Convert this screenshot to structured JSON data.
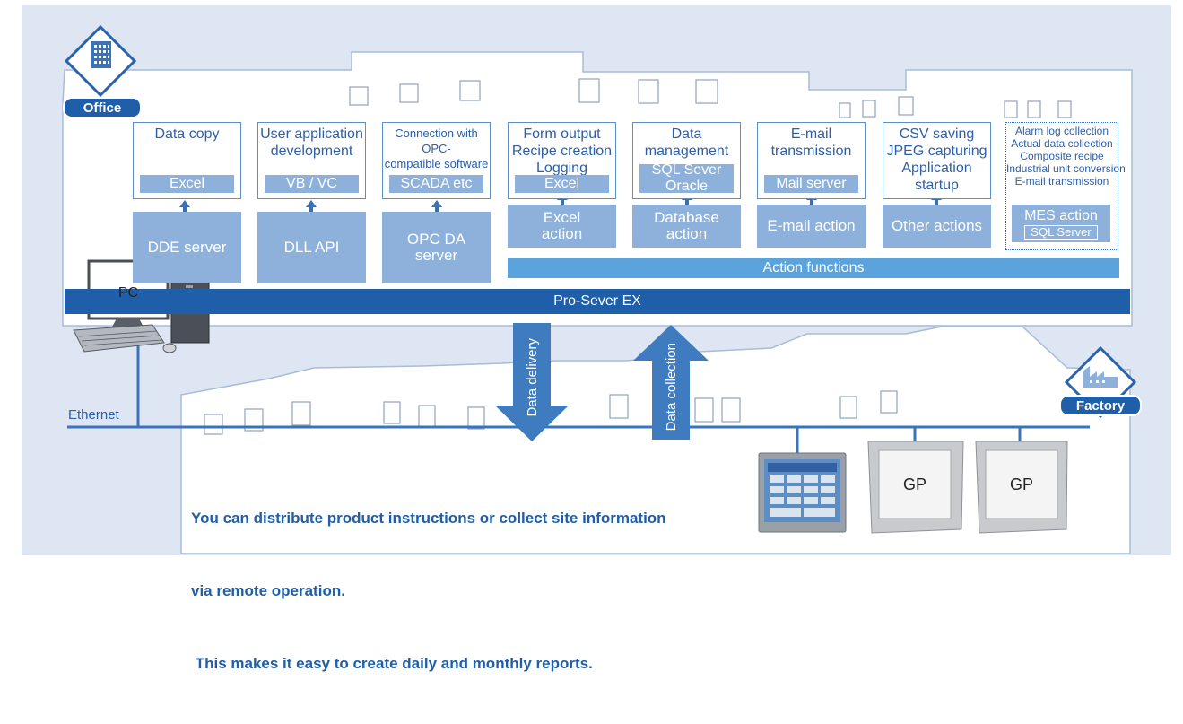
{
  "badges": {
    "office": "Office",
    "factory": "Factory"
  },
  "functions": [
    {
      "title_lines": [
        "Data copy"
      ],
      "tool_lines": [
        "Excel"
      ],
      "action_lines": [
        "DDE server"
      ]
    },
    {
      "title_lines": [
        "User application",
        "development"
      ],
      "tool_lines": [
        "VB / VC"
      ],
      "action_lines": [
        "DLL API"
      ]
    },
    {
      "title_lines": [
        "Connection with OPC-",
        "compatible software"
      ],
      "tool_lines": [
        "SCADA etc"
      ],
      "action_lines": [
        "OPC DA",
        "server"
      ]
    },
    {
      "title_lines": [
        "Form output",
        "Recipe creation",
        "Logging collection"
      ],
      "tool_lines": [
        "Excel"
      ],
      "action_lines": [
        "Excel",
        "action"
      ]
    },
    {
      "title_lines": [
        "Data management"
      ],
      "tool_lines": [
        "SQL Sever",
        "Oracle"
      ],
      "action_lines": [
        "Database",
        "action"
      ]
    },
    {
      "title_lines": [
        "E-mail transmission"
      ],
      "tool_lines": [
        "Mail server"
      ],
      "action_lines": [
        "E-mail action"
      ]
    },
    {
      "title_lines": [
        "CSV saving",
        "JPEG capturing",
        "Application startup"
      ],
      "tool_lines": [],
      "action_lines": [
        "Other actions"
      ]
    }
  ],
  "mes": {
    "items": [
      "Alarm log collection",
      "Actual data collection",
      "Composite recipe",
      "Industrial unit conversion",
      "E-mail transmission"
    ],
    "action": "MES action",
    "db": "SQL Server"
  },
  "action_functions": "Action functions",
  "pro_server": "Pro-Sever EX",
  "pc_label": "PC",
  "ethernet": "Ethernet",
  "arrows": {
    "delivery": "Data delivery",
    "collection": "Data collection"
  },
  "factory_text": [
    "You can distribute product instructions or collect site information",
    "via remote operation.",
    " This makes it easy to create daily and monthly reports."
  ],
  "devices": {
    "gp1": "GP",
    "gp2": "GP"
  },
  "colors": {
    "primary": "#1f5ea8",
    "box_fill": "#8eb1dc",
    "action_bar": "#5aa3dc",
    "text_blue": "#2b5fa8",
    "background": "#dde6f2"
  }
}
